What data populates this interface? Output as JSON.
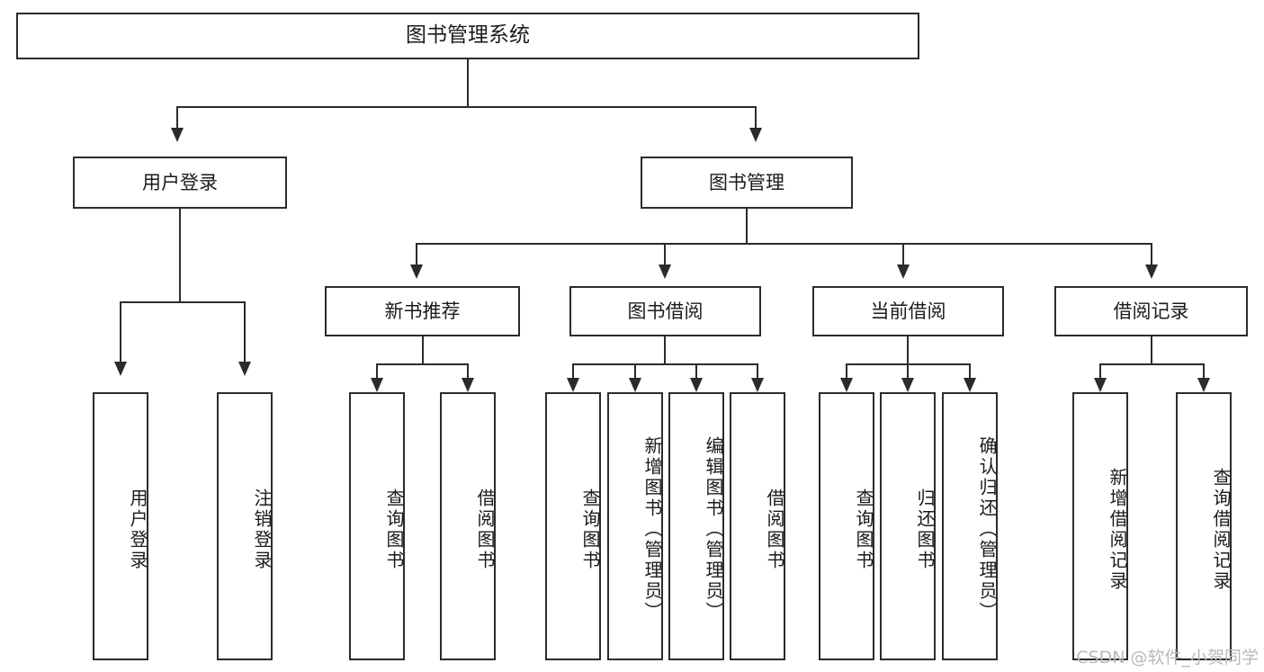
{
  "diagram": {
    "title": "图书管理系统",
    "type": "tree-hierarchy-diagram",
    "root": {
      "label": "图书管理系统"
    },
    "level1": [
      {
        "label": "用户登录"
      },
      {
        "label": "图书管理"
      }
    ],
    "level2": [
      {
        "label": "新书推荐"
      },
      {
        "label": "图书借阅"
      },
      {
        "label": "当前借阅"
      },
      {
        "label": "借阅记录"
      }
    ],
    "leaves": {
      "user_login": [
        {
          "label": "用户登录"
        },
        {
          "label": "注销登录"
        }
      ],
      "new_book_recommend": [
        {
          "label": "查询图书"
        },
        {
          "label": "借阅图书"
        }
      ],
      "book_borrow": [
        {
          "label": "查询图书"
        },
        {
          "label": "新增图书（管理员）"
        },
        {
          "label": "编辑图书（管理员）"
        },
        {
          "label": "借阅图书"
        }
      ],
      "current_borrow": [
        {
          "label": "查询图书"
        },
        {
          "label": "归还图书"
        },
        {
          "label": "确认归还（管理员）"
        }
      ],
      "borrow_record": [
        {
          "label": "新增借阅记录"
        },
        {
          "label": "查询借阅记录"
        }
      ]
    }
  },
  "watermark": {
    "text": "CSDN @软件_小贺同学"
  },
  "colors": {
    "stroke": "#2b2b2b",
    "background": "#ffffff",
    "text": "#1b1b1b",
    "watermark": "#b9b9b9"
  }
}
